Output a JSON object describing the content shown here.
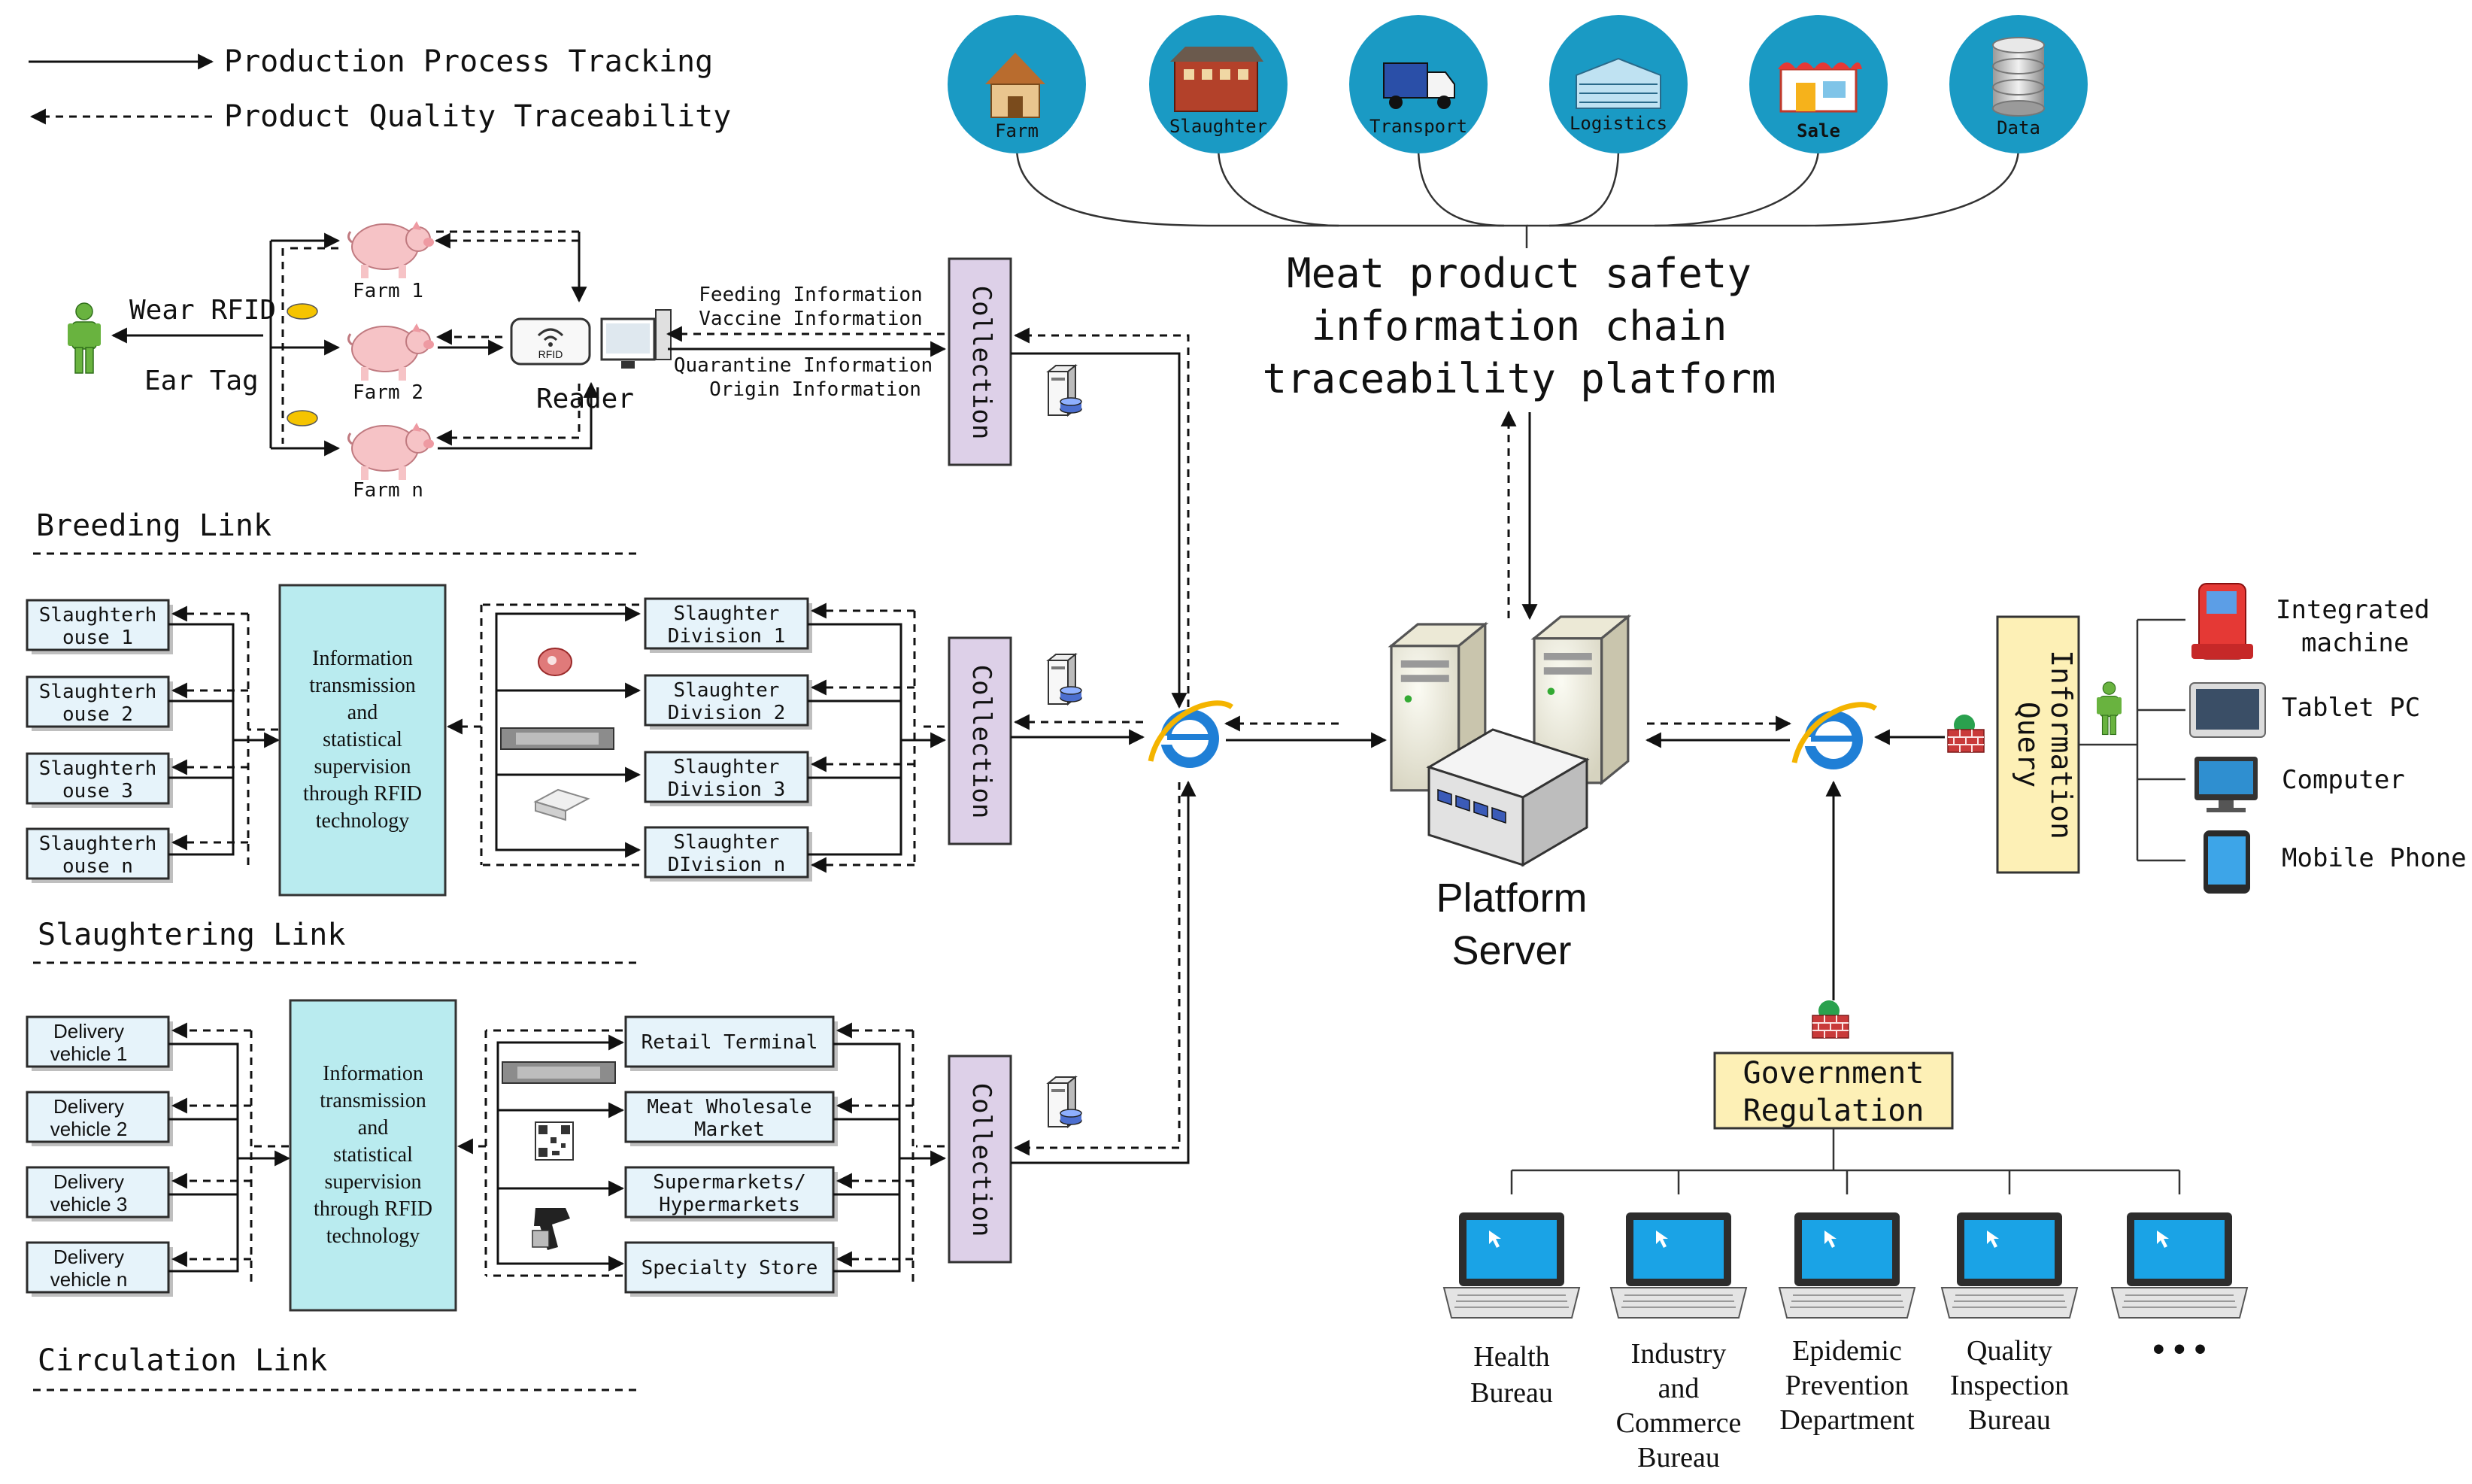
{
  "legend": {
    "solid": "Production Process Tracking",
    "dashed": "Product Quality Traceability"
  },
  "stages": [
    "Farm",
    "Slaughter",
    "Transport",
    "Logistics",
    "Sale",
    "Data"
  ],
  "platform": {
    "title": [
      "Meat product safety",
      "information chain",
      "traceability platform"
    ],
    "server": [
      "Platform",
      "Server"
    ]
  },
  "breeding": {
    "person_labels": [
      "Wear RFID",
      "Ear Tag"
    ],
    "farms": [
      "Farm 1",
      "Farm 2",
      "Farm n"
    ],
    "reader": "Reader",
    "rfid_tag": "RFID",
    "info": [
      "Feeding Information",
      "Vaccine Information",
      "Quarantine Information",
      "Origin Information"
    ],
    "section": "Breeding Link"
  },
  "collection": "Collection",
  "slaughter": {
    "houses": [
      [
        "Slaughterh",
        "ouse 1"
      ],
      [
        "Slaughterh",
        "ouse 2"
      ],
      [
        "Slaughterh",
        "ouse 3"
      ],
      [
        "Slaughterh",
        "ouse n"
      ]
    ],
    "center": [
      "Information",
      "transmission",
      "and",
      "statistical",
      "supervision",
      "through RFID",
      "technology"
    ],
    "divisions": [
      [
        "Slaughter",
        "Division 1"
      ],
      [
        "Slaughter",
        "Division 2"
      ],
      [
        "Slaughter",
        "Division 3"
      ],
      [
        "Slaughter",
        "DIvision n"
      ]
    ],
    "section": "Slaughtering Link"
  },
  "circulation": {
    "vehicles": [
      [
        "Delivery",
        "vehicle 1"
      ],
      [
        "Delivery",
        "vehicle 2"
      ],
      [
        "Delivery",
        "vehicle 3"
      ],
      [
        "Delivery",
        "vehicle n"
      ]
    ],
    "center": [
      "Information",
      "transmission",
      "and",
      "statistical",
      "supervision",
      "through RFID",
      "technology"
    ],
    "terminals": [
      [
        "Retail Terminal"
      ],
      [
        "Meat Wholesale",
        "Market"
      ],
      [
        "Supermarkets/",
        "Hypermarkets"
      ],
      [
        "Specialty Store"
      ]
    ],
    "section": "Circulation Link"
  },
  "query": {
    "title": [
      "Information",
      "Query"
    ],
    "devices": [
      [
        "Integrated",
        "machine"
      ],
      [
        "Tablet PC"
      ],
      [
        "Computer"
      ],
      [
        "Mobile Phone"
      ]
    ]
  },
  "government": {
    "title": [
      "Government",
      "Regulation"
    ],
    "depts": [
      [
        "Health",
        "Bureau"
      ],
      [
        "Industry",
        "and",
        "Commerce",
        "Bureau"
      ],
      [
        "Epidemic",
        "Prevention",
        "Department"
      ],
      [
        "Quality",
        "Inspection",
        "Bureau"
      ],
      [
        "• • •"
      ]
    ]
  },
  "colors": {
    "stage_circle": "#1a9ac4",
    "box_fill": "#e6f3fa",
    "center_fill": "#b9ebef",
    "collection_fill": "#ddd0e8",
    "yellow_fill": "#fdf0b6",
    "ie_blue": "#1f7fd6",
    "pig": "#f6c3c6",
    "person": "#69b33f",
    "laptop_screen": "#1aa3e6"
  }
}
